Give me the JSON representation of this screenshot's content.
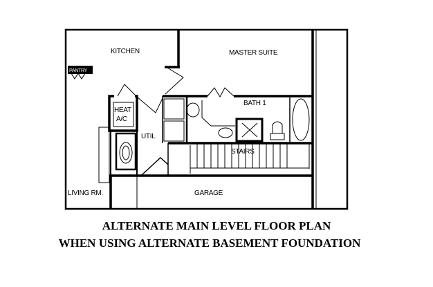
{
  "plan": {
    "rooms": {
      "kitchen": "KITCHEN",
      "master_suite": "MASTER SUITE",
      "pantry": "PANTRY",
      "heat_line1": "HEAT",
      "heat_line2": "A/C",
      "util": "UTIL",
      "bath": "BATH 1",
      "stairs": "STAIRS",
      "living": "LIVING RM.",
      "garage": "GARAGE"
    }
  },
  "caption": {
    "line1": "ALTERNATE MAIN LEVEL FLOOR PLAN",
    "line2": "WHEN USING ALTERNATE BASEMENT FOUNDATION"
  }
}
